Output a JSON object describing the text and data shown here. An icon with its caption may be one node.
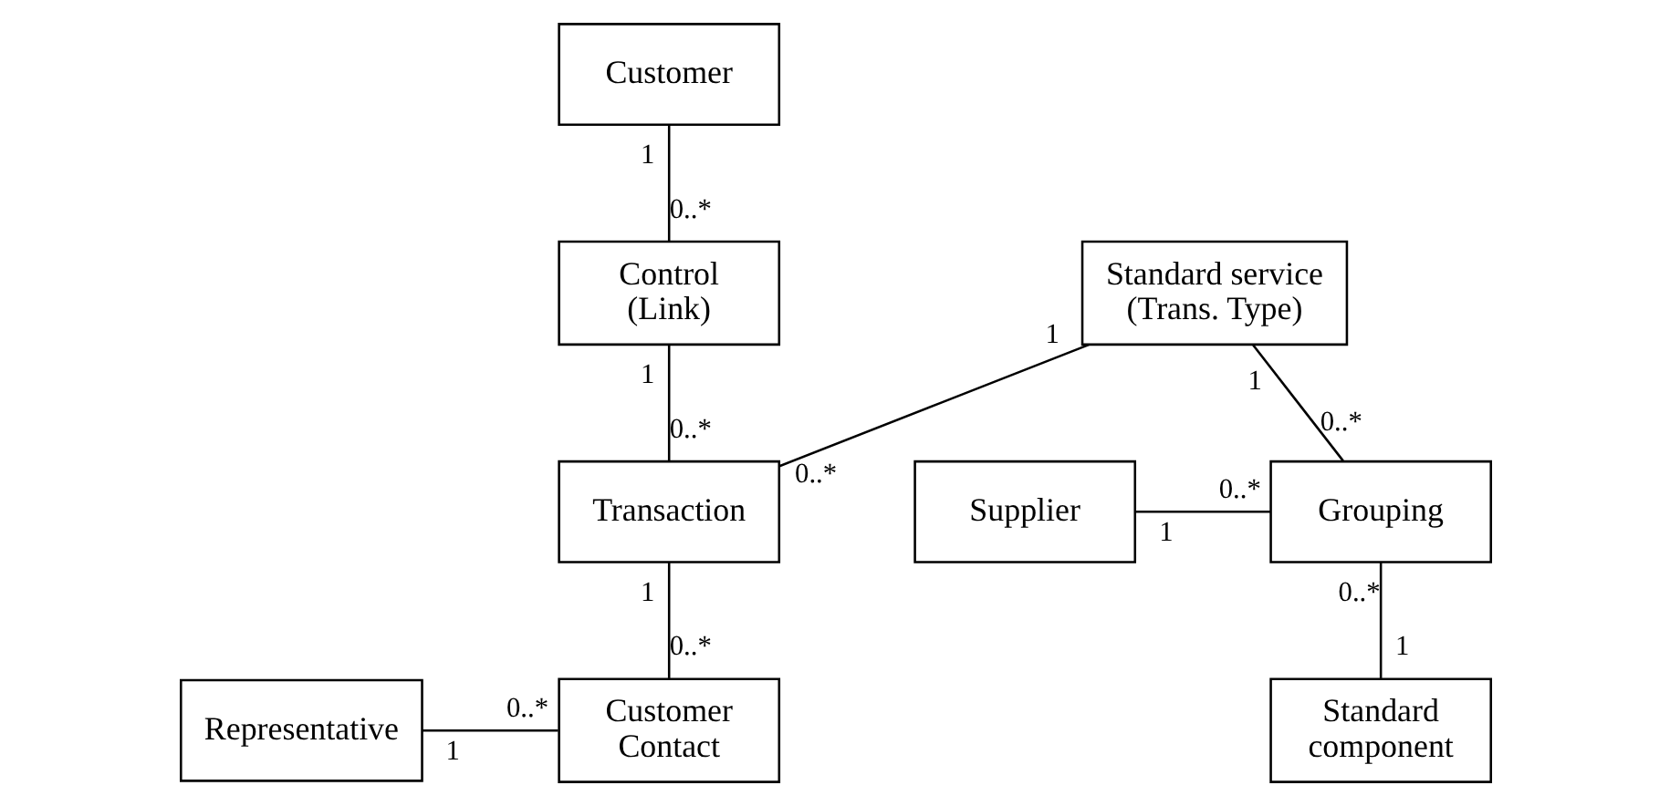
{
  "diagram": {
    "nodes": [
      {
        "text": [
          "Customer"
        ]
      },
      {
        "text": [
          "Control (Link)"
        ]
      },
      {
        "text": [
          "Standard service (Trans. Type)"
        ]
      },
      {
        "text": [
          "Supplier"
        ]
      },
      {
        "text": [
          "Grouping"
        ]
      },
      {
        "text": [
          "Transaction"
        ]
      },
      {
        "text": [
          "Standard component"
        ]
      },
      {
        "text": [
          "Representative"
        ]
      },
      {
        "text": [
          "Customer Contact"
        ]
      }
    ],
    "edges": [
      {
        "from": 0,
        "to": 1,
        "arrow": "none"
      },
      {
        "from": 1,
        "to": 5,
        "arrow": "none"
      },
      {
        "from": 2,
        "to": 4,
        "arrow": "none"
      },
      {
        "from": 2,
        "to": 5,
        "arrow": "none"
      },
      {
        "from": 3,
        "to": 4,
        "arrow": "none"
      },
      {
        "from": 4,
        "to": 6,
        "arrow": "none"
      },
      {
        "from": 5,
        "to": 8,
        "arrow": "none"
      },
      {
        "from": 7,
        "to": 8,
        "arrow": "none"
      }
    ],
    "labels": [
      "1",
      "0..*",
      "1",
      "1",
      "1",
      "0..*",
      "0..*",
      "0..*",
      "1",
      "0..*",
      "1",
      "0..*",
      "0..*",
      "1",
      "1",
      "0..*"
    ]
  }
}
